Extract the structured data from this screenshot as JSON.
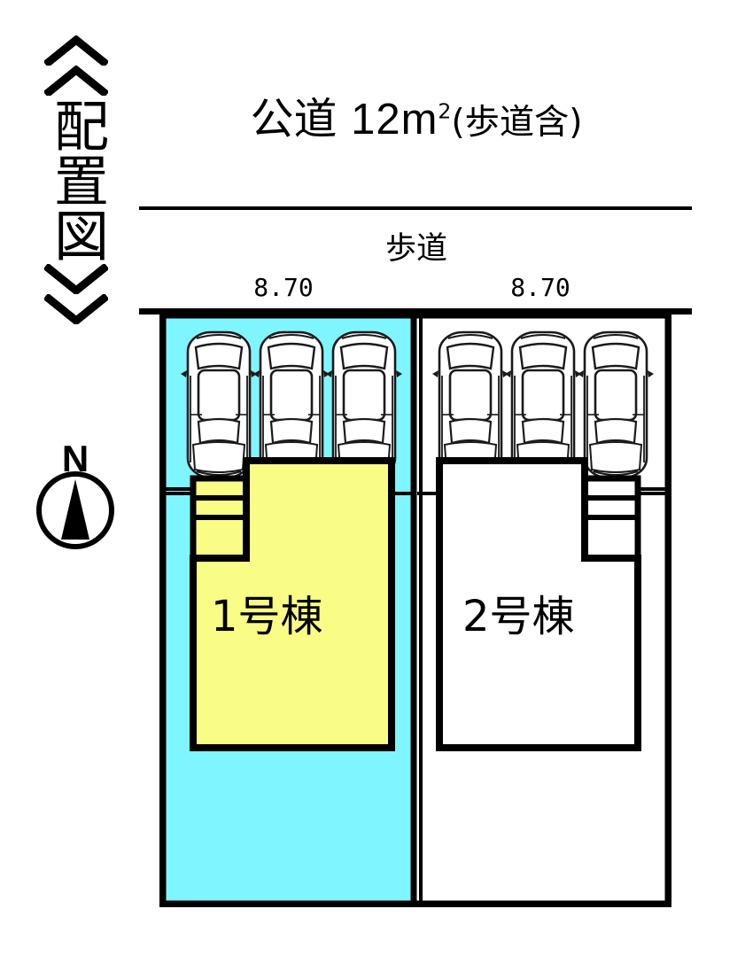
{
  "caption": {
    "text": "配置図",
    "bracket_top_icon": "chevron-up-icon",
    "bracket_bottom_icon": "chevron-down-icon"
  },
  "compass": {
    "label": "N",
    "icon": "compass-north-icon"
  },
  "road": {
    "title_main": "公道",
    "title_area_number": "12",
    "title_area_unit": "m",
    "title_area_exponent": "2",
    "title_note": "(歩道含)",
    "sidewalk_label": "歩道"
  },
  "dimensions": {
    "lot1_frontage": "8.70",
    "lot2_frontage": "8.70"
  },
  "lots": [
    {
      "id": "lot-1",
      "building_label": "1号棟",
      "lot_fill": "#7FF5FF",
      "building_fill": "#FAFD85",
      "parking_spaces": 3,
      "entrance_side": "left"
    },
    {
      "id": "lot-2",
      "building_label": "2号棟",
      "lot_fill": "#FFFFFF",
      "building_fill": "#FFFFFF",
      "parking_spaces": 3,
      "entrance_side": "right"
    }
  ],
  "colors": {
    "cyan": "#7FF5FF",
    "yellow": "#FAFD85",
    "stroke": "#000000",
    "background": "#FFFFFF"
  }
}
